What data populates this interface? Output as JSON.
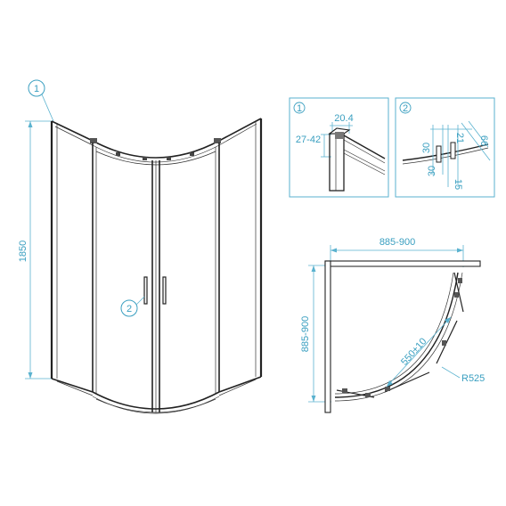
{
  "callouts": {
    "one": "1",
    "two": "2"
  },
  "dimensions": {
    "height_total": "1850",
    "detail1_width": "20.4",
    "detail1_range": "27-42",
    "detail2_a": "21",
    "detail2_b": "66",
    "detail2_c": "30",
    "detail2_d": "30",
    "detail2_e": "15",
    "plan_width": "885-900",
    "plan_depth": "885-900",
    "plan_diagonal": "550±10",
    "plan_radius": "R525"
  },
  "colors": {
    "dimension": "#3a9fc0",
    "line": "#222222",
    "callout_circle": "#3a9fc0"
  }
}
